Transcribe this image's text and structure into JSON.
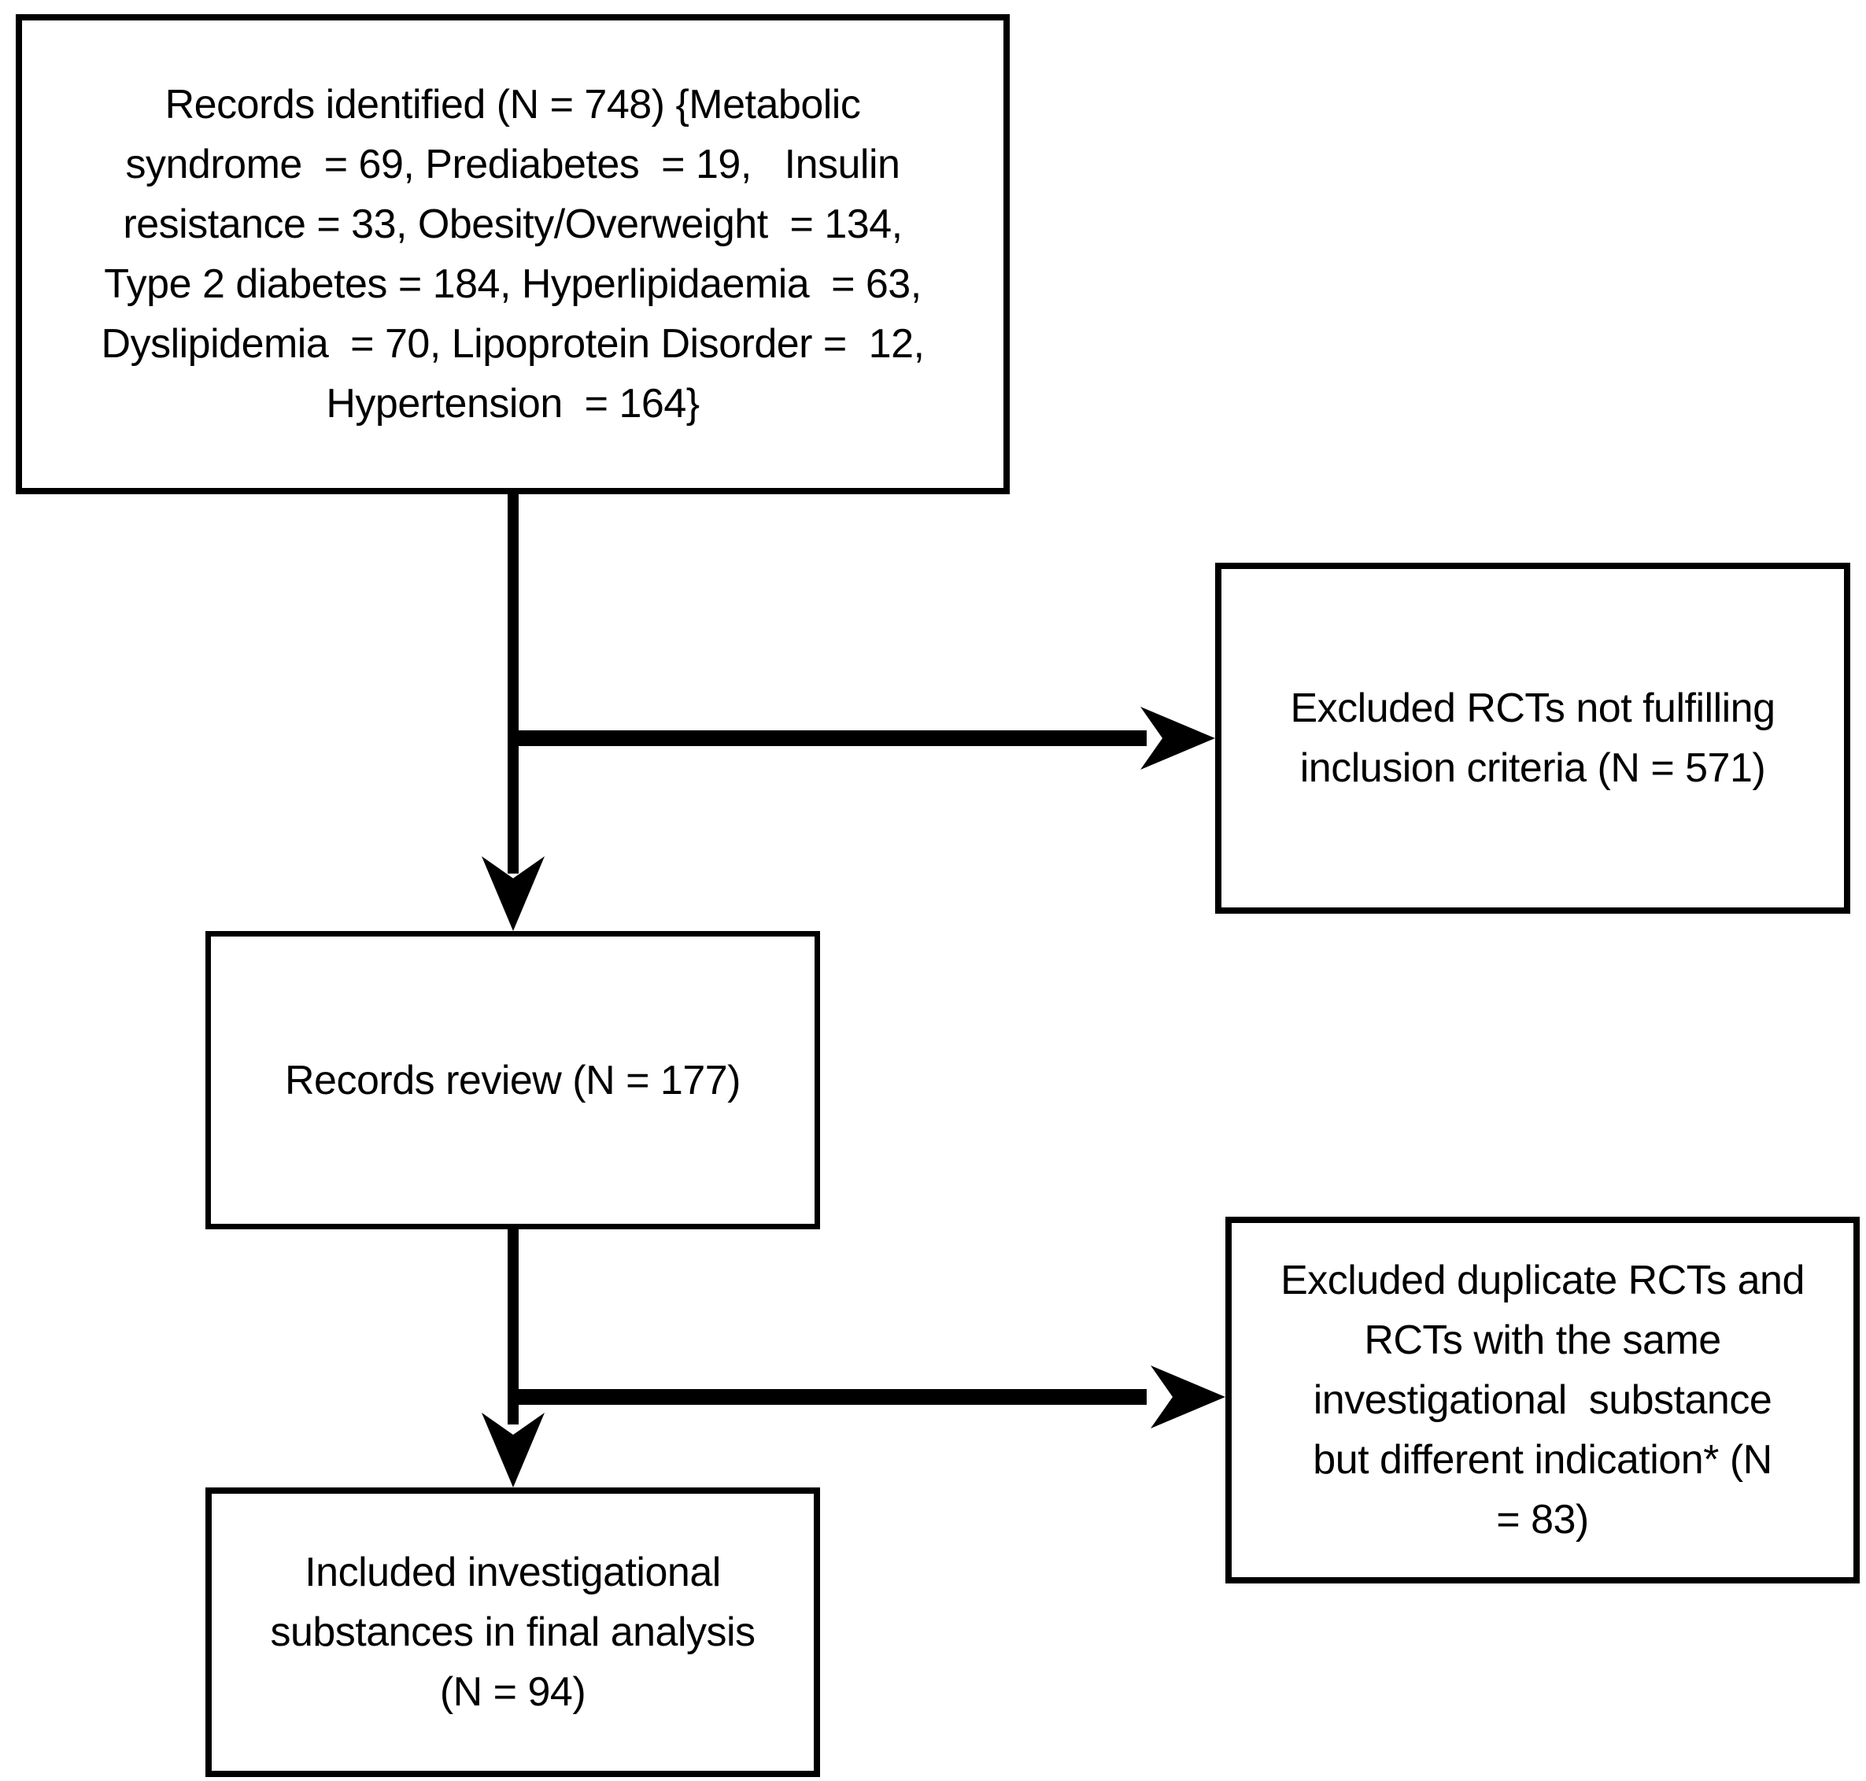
{
  "nodes": {
    "records_identified": {
      "text": "Records identified (N = 748) {Metabolic\nsyndrome  = 69, Prediabetes  = 19,   Insulin\nresistance = 33, Obesity/Overweight  = 134,\nType 2 diabetes = 184, Hyperlipidaemia  = 63,\nDyslipidemia  = 70, Lipoprotein Disorder =  12,\nHypertension  = 164}",
      "n": 748,
      "breakdown": {
        "Metabolic syndrome": 69,
        "Prediabetes": 19,
        "Insulin resistance": 33,
        "Obesity/Overweight": 134,
        "Type 2 diabetes": 184,
        "Hyperlipidaemia": 63,
        "Dyslipidemia": 70,
        "Lipoprotein Disorder": 12,
        "Hypertension": 164
      }
    },
    "excluded_rcts": {
      "text": "Excluded RCTs not fulfilling\ninclusion criteria (N = 571)",
      "n": 571
    },
    "records_review": {
      "text": "Records review (N = 177)",
      "n": 177
    },
    "excluded_duplicates": {
      "text": "Excluded duplicate RCTs and\nRCTs with the same\ninvestigational  substance\nbut different indication* (N\n= 83)",
      "n": 83
    },
    "included_final": {
      "text": "Included investigational\nsubstances in final analysis\n(N = 94)",
      "n": 94
    }
  },
  "edges": [
    {
      "from": "records_identified",
      "to": "excluded_rcts",
      "style": "arrow-right"
    },
    {
      "from": "records_identified",
      "to": "records_review",
      "style": "arrow-down"
    },
    {
      "from": "records_review",
      "to": "excluded_duplicates",
      "style": "arrow-right"
    },
    {
      "from": "records_review",
      "to": "included_final",
      "style": "arrow-down"
    }
  ],
  "colors": {
    "line": "#000000",
    "text": "#000000",
    "background": "#ffffff"
  }
}
